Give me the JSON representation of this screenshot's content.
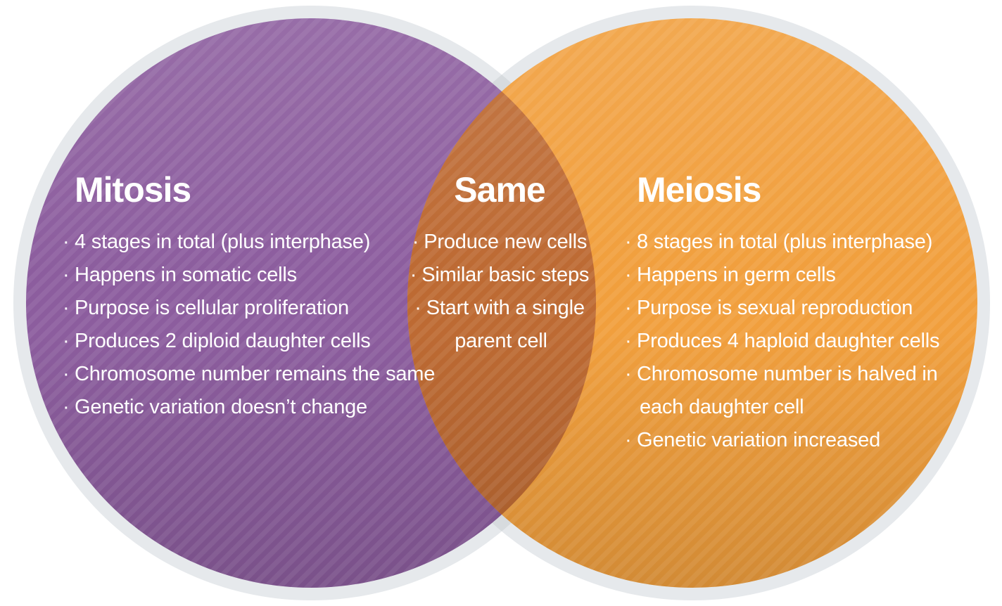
{
  "bullet": "·",
  "venn": {
    "left": {
      "title": "Mitosis",
      "items": [
        "4 stages in total (plus interphase)",
        "Happens in somatic cells",
        "Purpose is cellular proliferation",
        "Produces 2 diploid daughter cells",
        "Chromosome number remains the same",
        "Genetic variation doesn’t change"
      ]
    },
    "middle": {
      "title": "Same",
      "items": [
        "Produce new cells",
        "Similar basic steps",
        [
          "Start with a single",
          "parent cell"
        ]
      ]
    },
    "right": {
      "title": "Meiosis",
      "items": [
        "8 stages in total (plus interphase)",
        "Happens in germ cells",
        "Purpose is sexual reproduction",
        "Produces 4 haploid daughter cells",
        [
          "Chromosome number is halved in",
          "each daughter cell"
        ],
        "Genetic variation increased"
      ]
    },
    "colors": {
      "purple": "#8c5d9e",
      "orange": "#f19f3d",
      "overlap": "#bd6a33",
      "ring": "#e6e9ec",
      "ring_overlap": "#d7dbde",
      "background": "#ffffff",
      "text": "#ffffff"
    }
  }
}
